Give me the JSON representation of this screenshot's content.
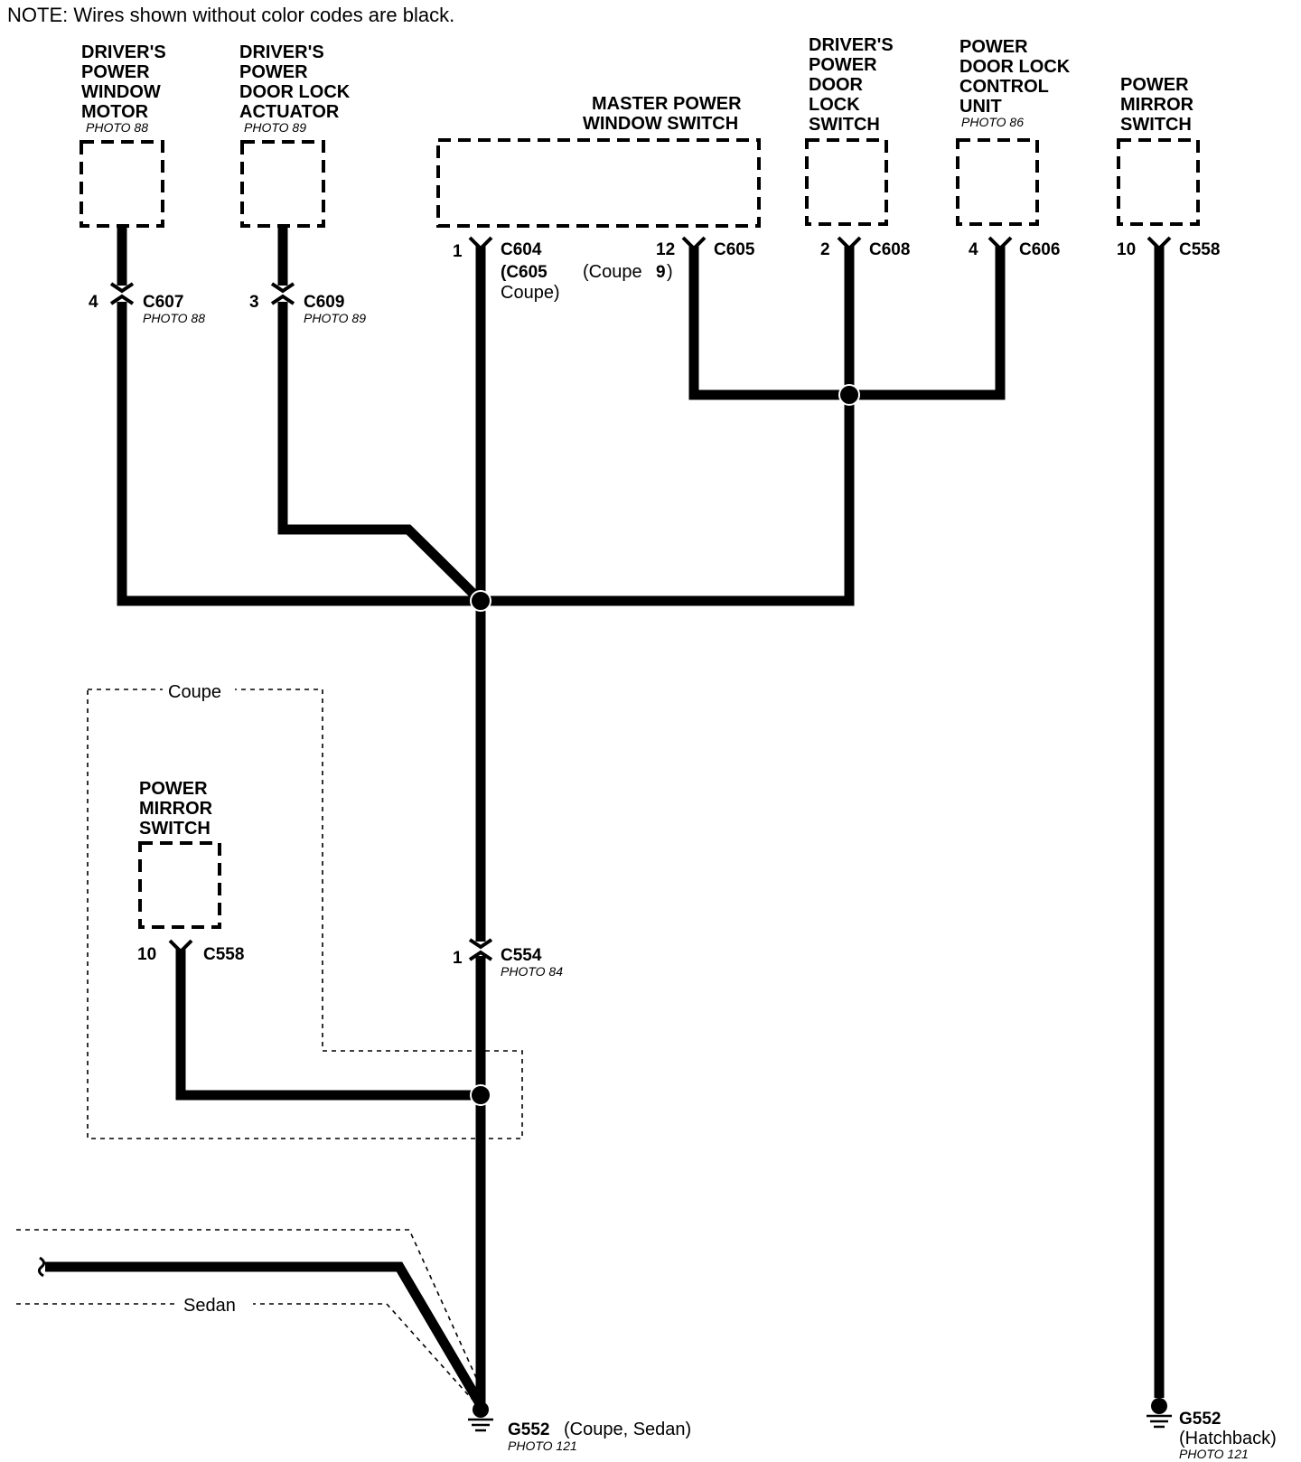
{
  "note": "NOTE: Wires shown without color codes are black.",
  "components": {
    "drivers_power_window_motor": {
      "lines": [
        "DRIVER'S",
        "POWER",
        "WINDOW",
        "MOTOR"
      ],
      "photo": "PHOTO 88"
    },
    "drivers_power_door_lock_actuator": {
      "lines": [
        "DRIVER'S",
        "POWER",
        "DOOR LOCK",
        "ACTUATOR"
      ],
      "photo": "PHOTO 89"
    },
    "master_power_window_switch": {
      "lines": [
        "MASTER POWER",
        "WINDOW SWITCH"
      ]
    },
    "drivers_power_door_lock_switch": {
      "lines": [
        "DRIVER'S",
        "POWER",
        "DOOR",
        "LOCK",
        "SWITCH"
      ]
    },
    "power_door_lock_control_unit": {
      "lines": [
        "POWER",
        "DOOR LOCK",
        "CONTROL",
        "UNIT"
      ],
      "photo": "PHOTO 86"
    },
    "power_mirror_switch_hatchback": {
      "lines": [
        "POWER",
        "MIRROR",
        "SWITCH"
      ]
    },
    "power_mirror_switch_coupe": {
      "lines": [
        "POWER",
        "MIRROR",
        "SWITCH"
      ]
    }
  },
  "connectors": {
    "c607": {
      "pin": "4",
      "name": "C607",
      "photo": "PHOTO 88"
    },
    "c609": {
      "pin": "3",
      "name": "C609",
      "photo": "PHOTO 89"
    },
    "c604": {
      "pin": "1",
      "name": "C604",
      "alt_name": "(C605",
      "alt_variant": "Coupe)",
      "alt_pin_label": "(Coupe",
      "alt_pin": "9",
      "alt_pin_close": ")"
    },
    "c605": {
      "pin": "12",
      "name": "C605"
    },
    "c608": {
      "pin": "2",
      "name": "C608"
    },
    "c606": {
      "pin": "4",
      "name": "C606"
    },
    "c558_hatchback": {
      "pin": "10",
      "name": "C558"
    },
    "c558_coupe": {
      "pin": "10",
      "name": "C558"
    },
    "c554": {
      "pin": "1",
      "name": "C554",
      "photo": "PHOTO 84"
    }
  },
  "regions": {
    "coupe": "Coupe",
    "sedan": "Sedan"
  },
  "grounds": {
    "g552_main": {
      "name": "G552",
      "variant": "(Coupe, Sedan)",
      "photo": "PHOTO 121"
    },
    "g552_hatchback": {
      "name": "G552",
      "variant": "(Hatchback)",
      "photo": "PHOTO 121"
    }
  }
}
